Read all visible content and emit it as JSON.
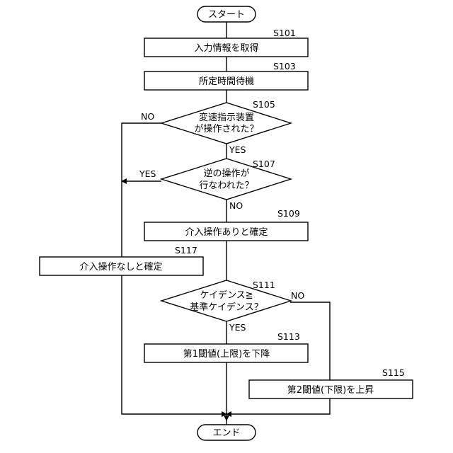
{
  "flowchart": {
    "terminals": {
      "start": "スタート",
      "end": "エンド"
    },
    "steps": {
      "s101": {
        "id": "S101",
        "text": "入力情報を取得"
      },
      "s103": {
        "id": "S103",
        "text": "所定時間待機"
      },
      "s105": {
        "id": "S105",
        "line1": "変速指示装置",
        "line2": "が操作された？"
      },
      "s107": {
        "id": "S107",
        "line1": "逆の操作が",
        "line2": "行なわれた？"
      },
      "s109": {
        "id": "S109",
        "text": "介入操作ありと確定"
      },
      "s111": {
        "id": "S111",
        "line1": "ケイデンス≧",
        "line2": "基準ケイデンス？"
      },
      "s113": {
        "id": "S113",
        "text": "第1閾値(上限)を下降"
      },
      "s115": {
        "id": "S115",
        "text": "第2閾値(下限)を上昇"
      },
      "s117": {
        "id": "S117",
        "text": "介入操作なしと確定"
      }
    },
    "branch_labels": {
      "s105_yes": "YES",
      "s105_no": "NO",
      "s107_yes": "YES",
      "s107_no": "NO",
      "s111_yes": "YES",
      "s111_no": "NO"
    }
  }
}
